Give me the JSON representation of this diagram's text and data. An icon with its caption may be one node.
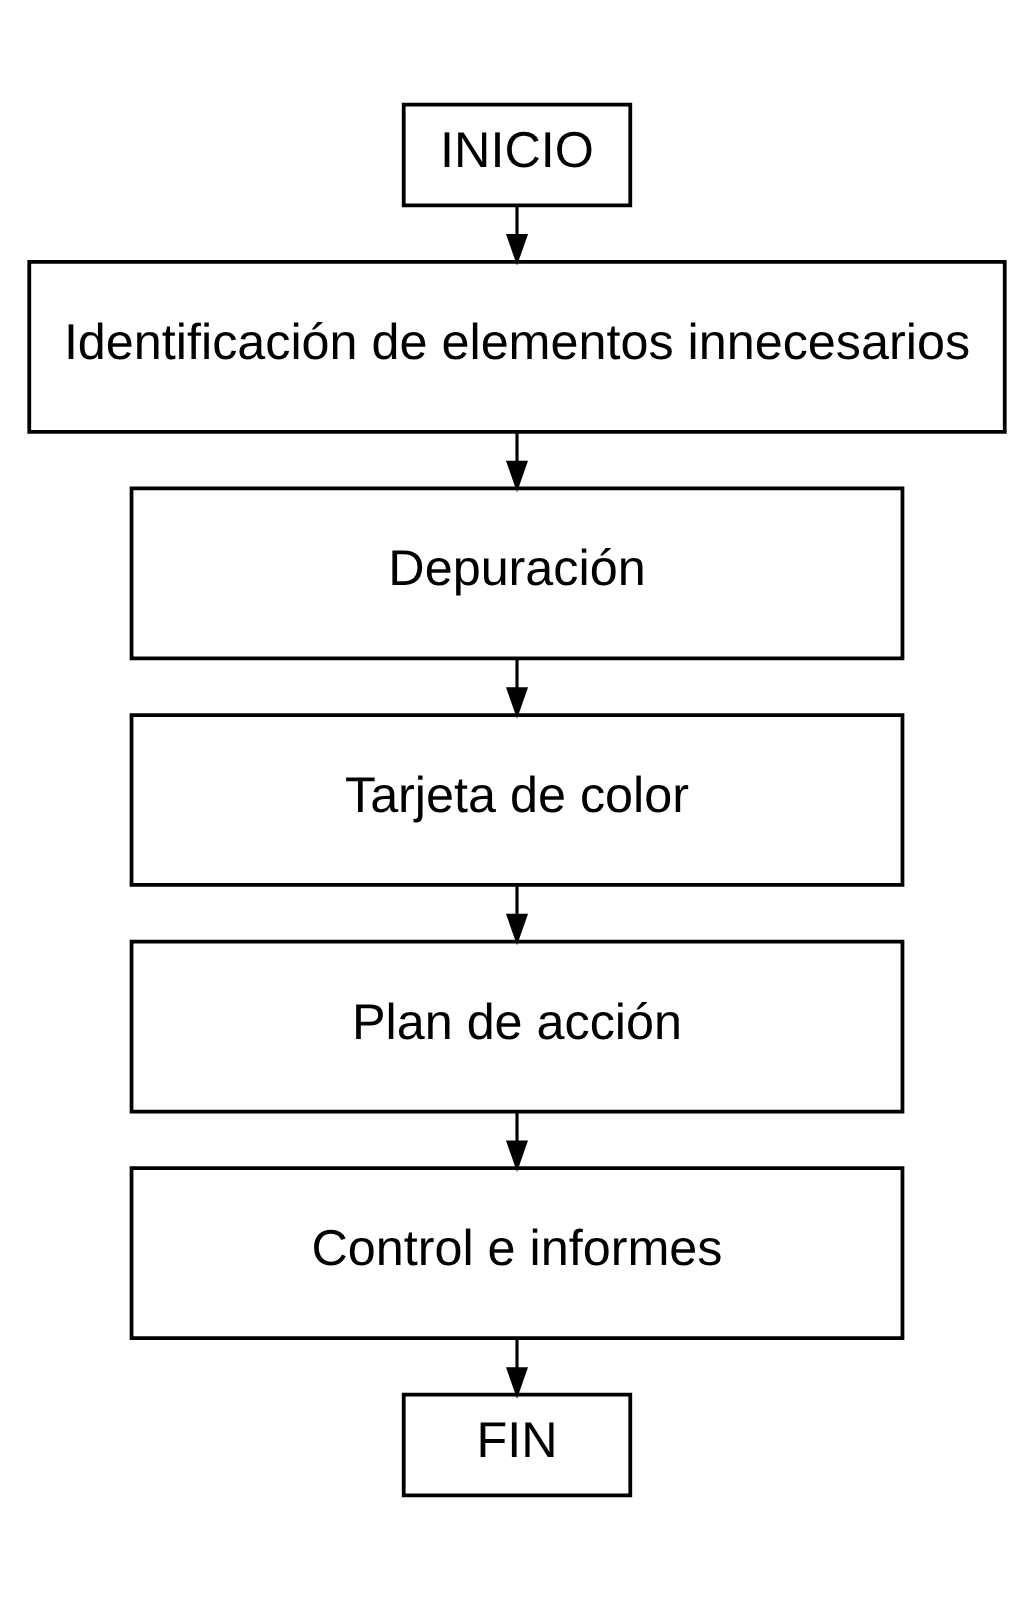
{
  "diagram": {
    "nodes": [
      {
        "text": [
          "INICIO"
        ]
      },
      {
        "text": [
          "Identificación de elementos innecesarios"
        ]
      },
      {
        "text": [
          "Depuración"
        ]
      },
      {
        "text": [
          "Tarjeta de color"
        ]
      },
      {
        "text": [
          "Plan de acción"
        ]
      },
      {
        "text": [
          "Control e informes"
        ]
      },
      {
        "text": [
          "FIN"
        ]
      }
    ],
    "edges": [
      {
        "from": 0,
        "to": 1,
        "arrow": "to"
      },
      {
        "from": 1,
        "to": 2,
        "arrow": "to"
      },
      {
        "from": 2,
        "to": 3,
        "arrow": "to"
      },
      {
        "from": 3,
        "to": 4,
        "arrow": "to"
      },
      {
        "from": 4,
        "to": 5,
        "arrow": "to"
      },
      {
        "from": 5,
        "to": 6,
        "arrow": "to"
      }
    ]
  }
}
